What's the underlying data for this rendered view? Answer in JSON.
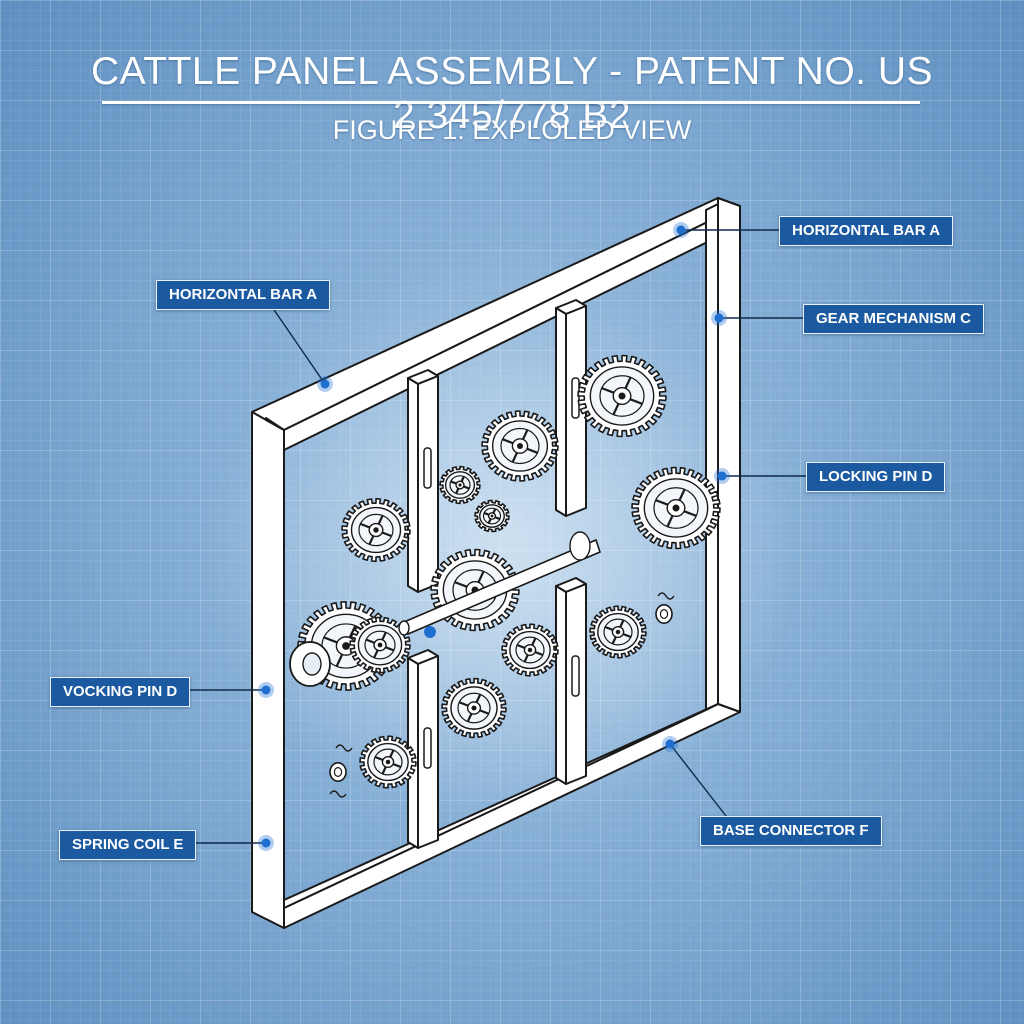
{
  "figure": {
    "title": "CATTLE PANEL ASSEMBLY - PATENT NO. US 2,345/778 B2",
    "subtitle": "FIGURE 1: EXPLOLED VIEW"
  },
  "callouts": [
    {
      "label": "HORIZONTAL BAR A"
    },
    {
      "label": "HORIZONTAL BAR A"
    },
    {
      "label": "GEAR MECHANISM C"
    },
    {
      "label": "LOCKING PIN D"
    },
    {
      "label": "VOCKING PIN D"
    },
    {
      "label": "SPRING COIL E"
    },
    {
      "label": "BASE CONNECTOR F"
    }
  ],
  "colors": {
    "background": "#86afd6",
    "label_fill": "#1b5aa0",
    "leader_line": "#0e2a4a",
    "marker_dot": "#1f6fd0",
    "line_art": "#1a1a1a",
    "frame_fill": "#ffffff"
  }
}
